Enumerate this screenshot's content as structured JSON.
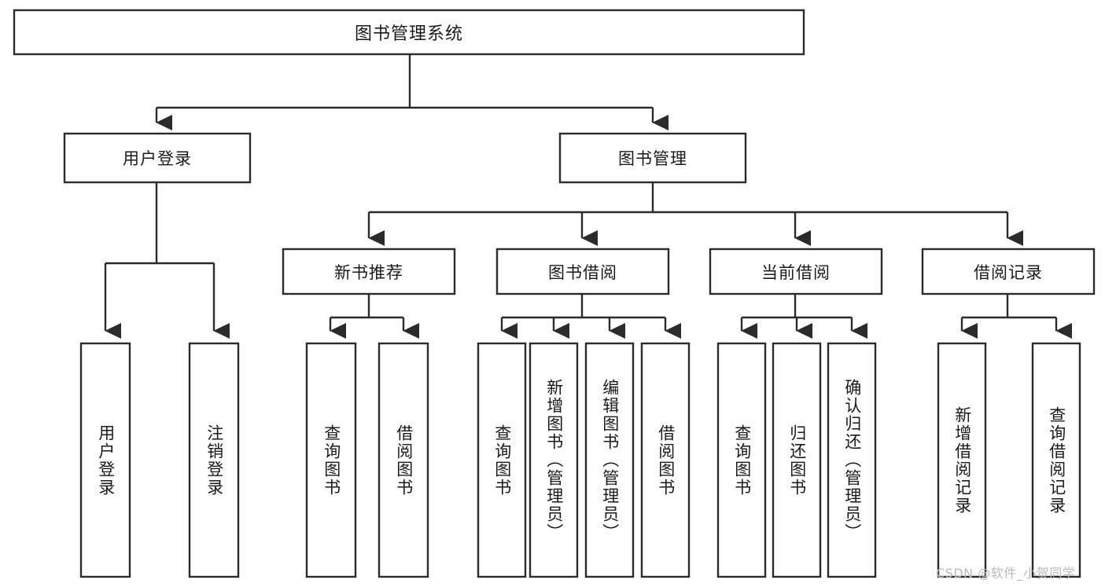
{
  "diagram": {
    "title": "图书管理系统",
    "type": "tree-hierarchy-diagram",
    "root": {
      "label": "图书管理系统"
    },
    "level2": [
      {
        "label": "用户登录"
      },
      {
        "label": "图书管理"
      }
    ],
    "level3": [
      {
        "label": "新书推荐"
      },
      {
        "label": "图书借阅"
      },
      {
        "label": "当前借阅"
      },
      {
        "label": "借阅记录"
      }
    ],
    "leaves": {
      "user_login": [
        {
          "label": "用户登录"
        },
        {
          "label": "注销登录"
        }
      ],
      "new_book_recommend": [
        {
          "label": "查询图书"
        },
        {
          "label": "借阅图书"
        }
      ],
      "book_borrow": [
        {
          "label": "查询图书"
        },
        {
          "label": "新增图书（管理员）"
        },
        {
          "label": "编辑图书（管理员）"
        },
        {
          "label": "借阅图书"
        }
      ],
      "current_borrow": [
        {
          "label": "查询图书"
        },
        {
          "label": "归还图书"
        },
        {
          "label": "确认归还（管理员）"
        }
      ],
      "borrow_record": [
        {
          "label": "新增借阅记录"
        },
        {
          "label": "查询借阅记录"
        }
      ]
    }
  },
  "watermark": {
    "text": "CSDN @软件_小贺同学"
  },
  "colors": {
    "stroke": "#2b2b2b",
    "box_fill": "#ffffff",
    "text": "#1a1a1a",
    "background": "#ffffff",
    "watermark": "#b9b9b9"
  }
}
